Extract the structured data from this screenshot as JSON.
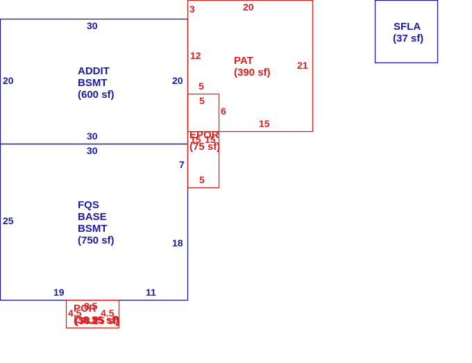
{
  "colors": {
    "blue": "#1a1aa8",
    "red": "#dd1f1f"
  },
  "areas": {
    "addit_bsmt": {
      "line1": "ADDIT",
      "line2": "BSMT",
      "area": "(600 sf)"
    },
    "fqs_base_bsmt": {
      "line1": "FQS",
      "line2": "BASE",
      "line3": "BSMT",
      "area": "(750 sf)"
    },
    "pat": {
      "name": "PAT",
      "area": "(390 sf)"
    },
    "sfla": {
      "name": "SFLA",
      "area": "(37 sf)"
    },
    "epor": {
      "name": "EPOR",
      "area": "(75 sf)"
    },
    "por": {
      "name": "POR",
      "area": "(38.25 sf)",
      "overlap_name": "8.5",
      "overlap_area": "(38.25 sf)"
    }
  },
  "dims": {
    "addit_top": "30",
    "addit_left": "20",
    "addit_right": "20",
    "addit_bottom": "30",
    "fqs_top": "30",
    "fqs_left": "25",
    "fqs_right_upper": "7",
    "fqs_right_lower": "18",
    "fqs_bottom_left": "19",
    "fqs_bottom_right": "11",
    "pat_top": "20",
    "pat_right": "21",
    "pat_bottom": "15",
    "pat_left_top": "3",
    "pat_left_mid": "12",
    "pat_left_low": "5",
    "epor_top": "5",
    "epor_right": "6",
    "epor_left_a": "15",
    "epor_left_b": "15",
    "epor_bottom": "5",
    "por_left": "4.5",
    "por_right": "4.5",
    "por_top": "8.5"
  }
}
